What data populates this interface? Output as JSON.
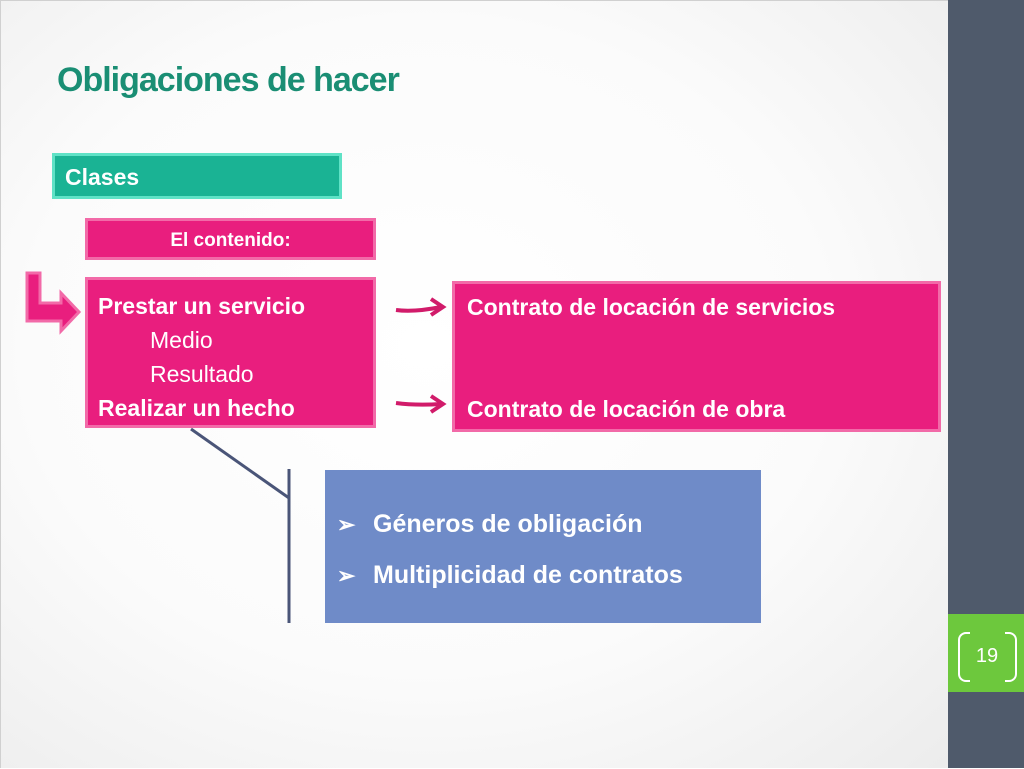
{
  "slide": {
    "title": "Obligaciones de hacer",
    "clases_label": "Clases",
    "contenido_label": "El contenido:",
    "left_box": {
      "line1": "Prestar un servicio",
      "line2": "Medio",
      "line3": "Resultado",
      "line4": "Realizar un hecho"
    },
    "right_box": {
      "line1": "Contrato de locación de servicios",
      "line2": "Contrato de locación de obra"
    },
    "bullets": {
      "item1": "Géneros de obligación",
      "item2": "Multiplicidad de contratos",
      "bullet_glyph": "➢"
    },
    "page_number": "19"
  },
  "colors": {
    "title": "#1a8e74",
    "teal_box": "#1ab394",
    "pink_box": "#e91e7e",
    "blue_box": "#6f8bc8",
    "side_band": "#4f5a6b",
    "page_tab": "#6dc83d",
    "connector": "#4a5578"
  }
}
